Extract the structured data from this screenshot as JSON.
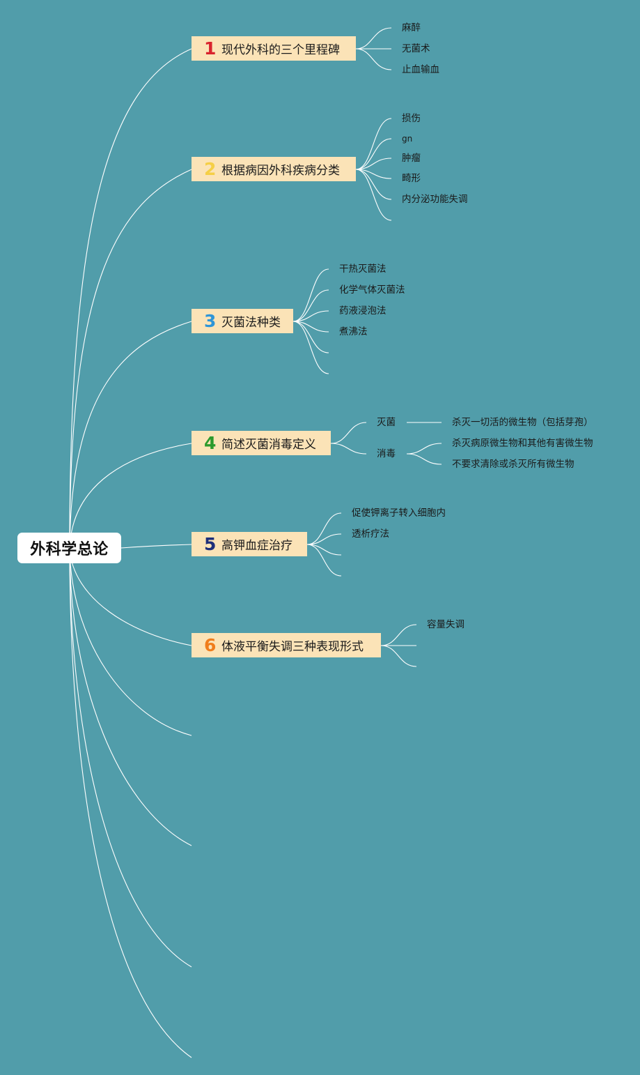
{
  "root": {
    "label": "外科学总论"
  },
  "branches": [
    {
      "number": "1",
      "label": "现代外科的三个里程碑",
      "number_color": "#d9232d",
      "children": [
        "麻醉",
        "无菌术",
        "止血输血"
      ]
    },
    {
      "number": "2",
      "label": "根据病因外科疾病分类",
      "number_color": "#f5cf46",
      "children": [
        "损伤",
        "gn",
        "肿瘤",
        "畸形",
        "内分泌功能失调"
      ]
    },
    {
      "number": "3",
      "label": "灭菌法种类",
      "number_color": "#2f95d7",
      "children": [
        "干热灭菌法",
        "化学气体灭菌法",
        "药液浸泡法",
        "煮沸法"
      ]
    },
    {
      "number": "4",
      "label": "简述灭菌消毒定义",
      "number_color": "#2d9a2d",
      "children": [
        {
          "label": "灭菌",
          "children": [
            "杀灭一切活的微生物（包括芽孢）"
          ]
        },
        {
          "label": "消毒",
          "children": [
            "杀灭病原微生物和其他有害微生物",
            "不要求清除或杀灭所有微生物"
          ]
        }
      ]
    },
    {
      "number": "5",
      "label": "高钾血症治疗",
      "number_color": "#1f2f7a",
      "children": [
        "促使钾离子转入细胞内",
        "透析疗法"
      ]
    },
    {
      "number": "6",
      "label": "体液平衡失调三种表现形式",
      "number_color": "#f07d1c",
      "children": [
        "容量失调"
      ]
    }
  ],
  "colors": {
    "background": "#519daa",
    "branch_fill": "#fbe3b7",
    "root_fill": "#ffffff",
    "connector": "#ffffff"
  }
}
